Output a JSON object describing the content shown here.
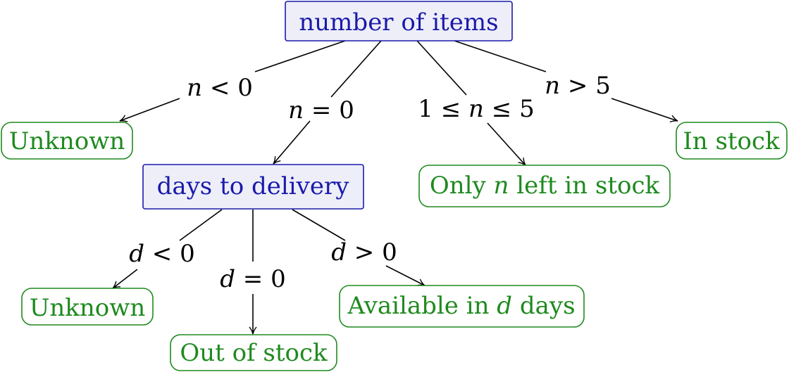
{
  "colors": {
    "decision_text": "#1a1aaa",
    "decision_fill": "#eeeef9",
    "decision_stroke": "#1a1aaa",
    "leaf_text": "#1f8a1f",
    "leaf_stroke": "#1f8a1f",
    "edge": "#000000"
  },
  "nodes": {
    "number_of_items": {
      "label": "number of items"
    },
    "unknown_top": {
      "label": "Unknown"
    },
    "days_to_delivery": {
      "label": "days to delivery"
    },
    "only_n_left": {
      "prefix": "Only ",
      "var": "n",
      "suffix": " left in stock"
    },
    "in_stock": {
      "label": "In stock"
    },
    "unknown_bottom": {
      "label": "Unknown"
    },
    "out_of_stock": {
      "label": "Out of stock"
    },
    "available_in_d": {
      "prefix": "Available in ",
      "var": "d",
      "suffix": " days"
    }
  },
  "edges": {
    "n_lt_0": {
      "var": "n",
      "op": " < ",
      "val": "0"
    },
    "n_eq_0": {
      "var": "n",
      "op": " = ",
      "val": "0"
    },
    "one_le_n_le_5": {
      "pre": "1 ≤ ",
      "var": "n",
      "op": " ≤ ",
      "val": "5"
    },
    "n_gt_5": {
      "var": "n",
      "op": " > ",
      "val": "5"
    },
    "d_lt_0": {
      "var": "d",
      "op": " < ",
      "val": "0"
    },
    "d_eq_0": {
      "var": "d",
      "op": " = ",
      "val": "0"
    },
    "d_gt_0": {
      "var": "d",
      "op": " > ",
      "val": "0"
    }
  }
}
